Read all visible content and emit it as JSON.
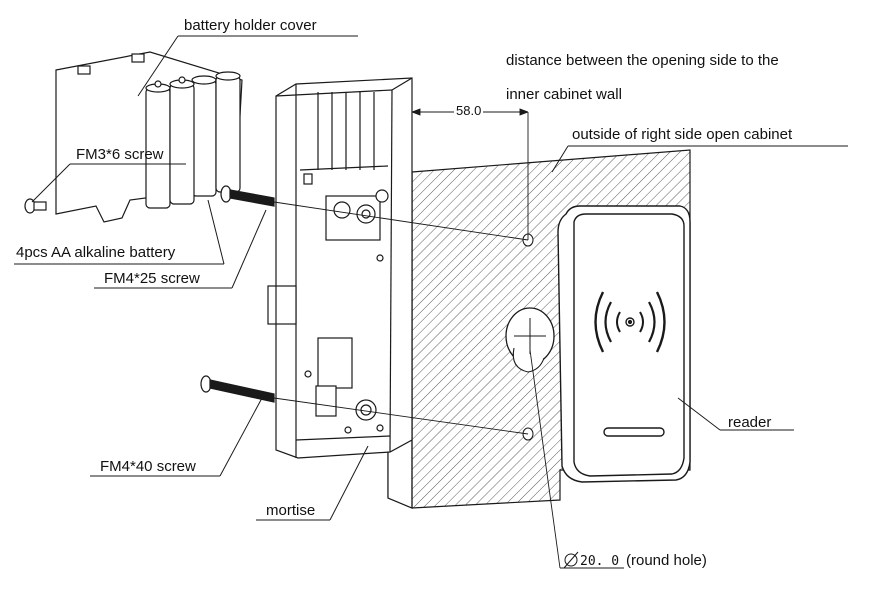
{
  "labels": {
    "battery_holder_cover": "battery holder cover",
    "fm3_6_screw": "FM3*6 screw",
    "battery": "4pcs AA alkaline battery",
    "fm4_25_screw": "FM4*25 screw",
    "fm4_40_screw": "FM4*40 screw",
    "mortise": "mortise",
    "distance_line1": "distance between the opening side to the",
    "distance_line2": "inner cabinet wall",
    "cabinet_side": "outside of right side open cabinet",
    "reader": "reader",
    "hole_dimension": "20. 0",
    "hole_note": "(round hole)",
    "distance_value": "58.0"
  },
  "colors": {
    "line": "#1a1a1a",
    "background": "#ffffff"
  }
}
